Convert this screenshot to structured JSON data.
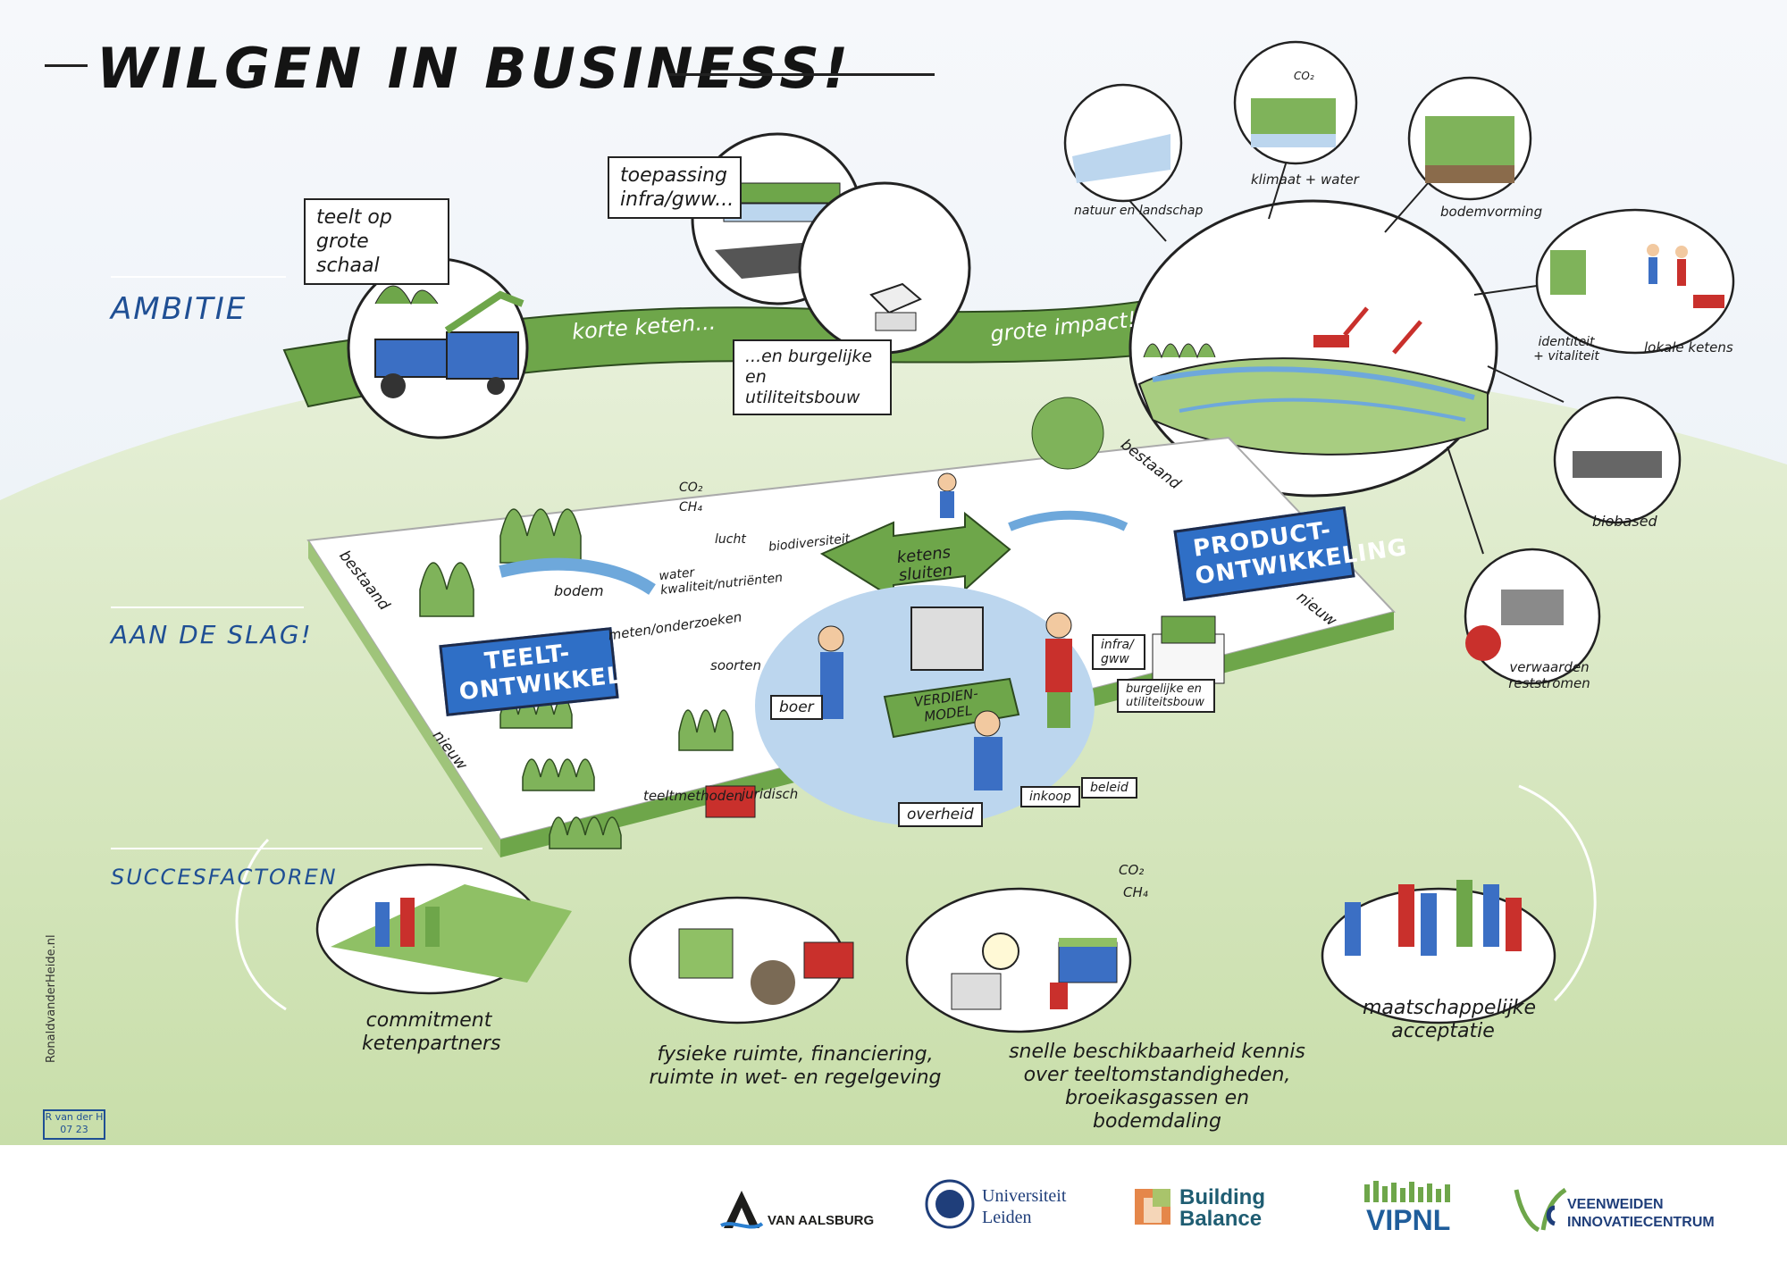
{
  "title": "WILGEN IN BUSINESS!",
  "rows": {
    "ambitie": "AMBITIE",
    "aan_de_slag": "AAN DE SLAG!",
    "succesfactoren": "SUCCESFACTOREN"
  },
  "ambitie": {
    "note_teelt": "teelt op grote schaal",
    "note_toepassing": "toepassing infra/gww...",
    "note_burgelijke": "...en burgelijke en utiliteitsbouw",
    "banner_left": "korte keten...",
    "banner_right": "grote impact!",
    "impact_bubbles": [
      "natuur en landschap",
      "klimaat + water",
      "bodemvorming",
      "identiteit + vitaliteit",
      "lokale ketens",
      "biobased",
      "verwaarden reststromen"
    ],
    "co2_label": "CO₂"
  },
  "aan_de_slag": {
    "teelt_box": "TEELT-ONTWIKKELING",
    "product_box": "PRODUCT-ONTWIKKELING",
    "ketens": "ketens sluiten",
    "verdienmodel": "VERDIEN-MODEL",
    "bestaand_left": "bestaand",
    "bestaand_right": "bestaand",
    "nieuw_left": "nieuw",
    "nieuw_right": "nieuw",
    "labels": {
      "bodem": "bodem",
      "water": "water kwaliteit/nutriënten",
      "lucht": "lucht",
      "biodiversiteit": "biodiversiteit",
      "co2": "CO₂",
      "ch4": "CH₄",
      "meten": "meten/onderzoeken",
      "soorten": "soorten",
      "teeltmethoden": "teeltmethoden",
      "juridisch": "juridisch",
      "boer": "boer",
      "overheid": "overheid",
      "inkoop": "inkoop",
      "beleid": "beleid",
      "infra": "infra/ gww",
      "burgelijke": "burgelijke en utiliteitsbouw"
    }
  },
  "succesfactoren": {
    "commitment": "commitment ketenpartners",
    "fysieke": "fysieke ruimte, financiering, ruimte in wet- en regelgeving",
    "snelle": "snelle beschikbaarheid kennis over teeltomstandigheden, broeikasgassen en bodemdaling",
    "maatschappelijke": "maatschappelijke acceptatie",
    "co2": "CO₂",
    "ch4": "CH₄"
  },
  "credit": "RonaldvanderHeide.nl",
  "signature": "R van der H 07 23",
  "logos": {
    "aalsburg": "VAN AALSBURG",
    "leiden_1": "Universiteit",
    "leiden_2": "Leiden",
    "building_1": "Building",
    "building_2": "Balance",
    "vipnl": "VIPNL",
    "vic_1": "VEENWEIDEN",
    "vic_2": "INNOVATIECENTRUM"
  },
  "colors": {
    "green": "#6ea64a",
    "light_green": "#cfe3b5",
    "blue": "#2f6fc6",
    "sky": "#e9f0f7",
    "water": "#bcd6ee",
    "red": "#c9302c"
  }
}
